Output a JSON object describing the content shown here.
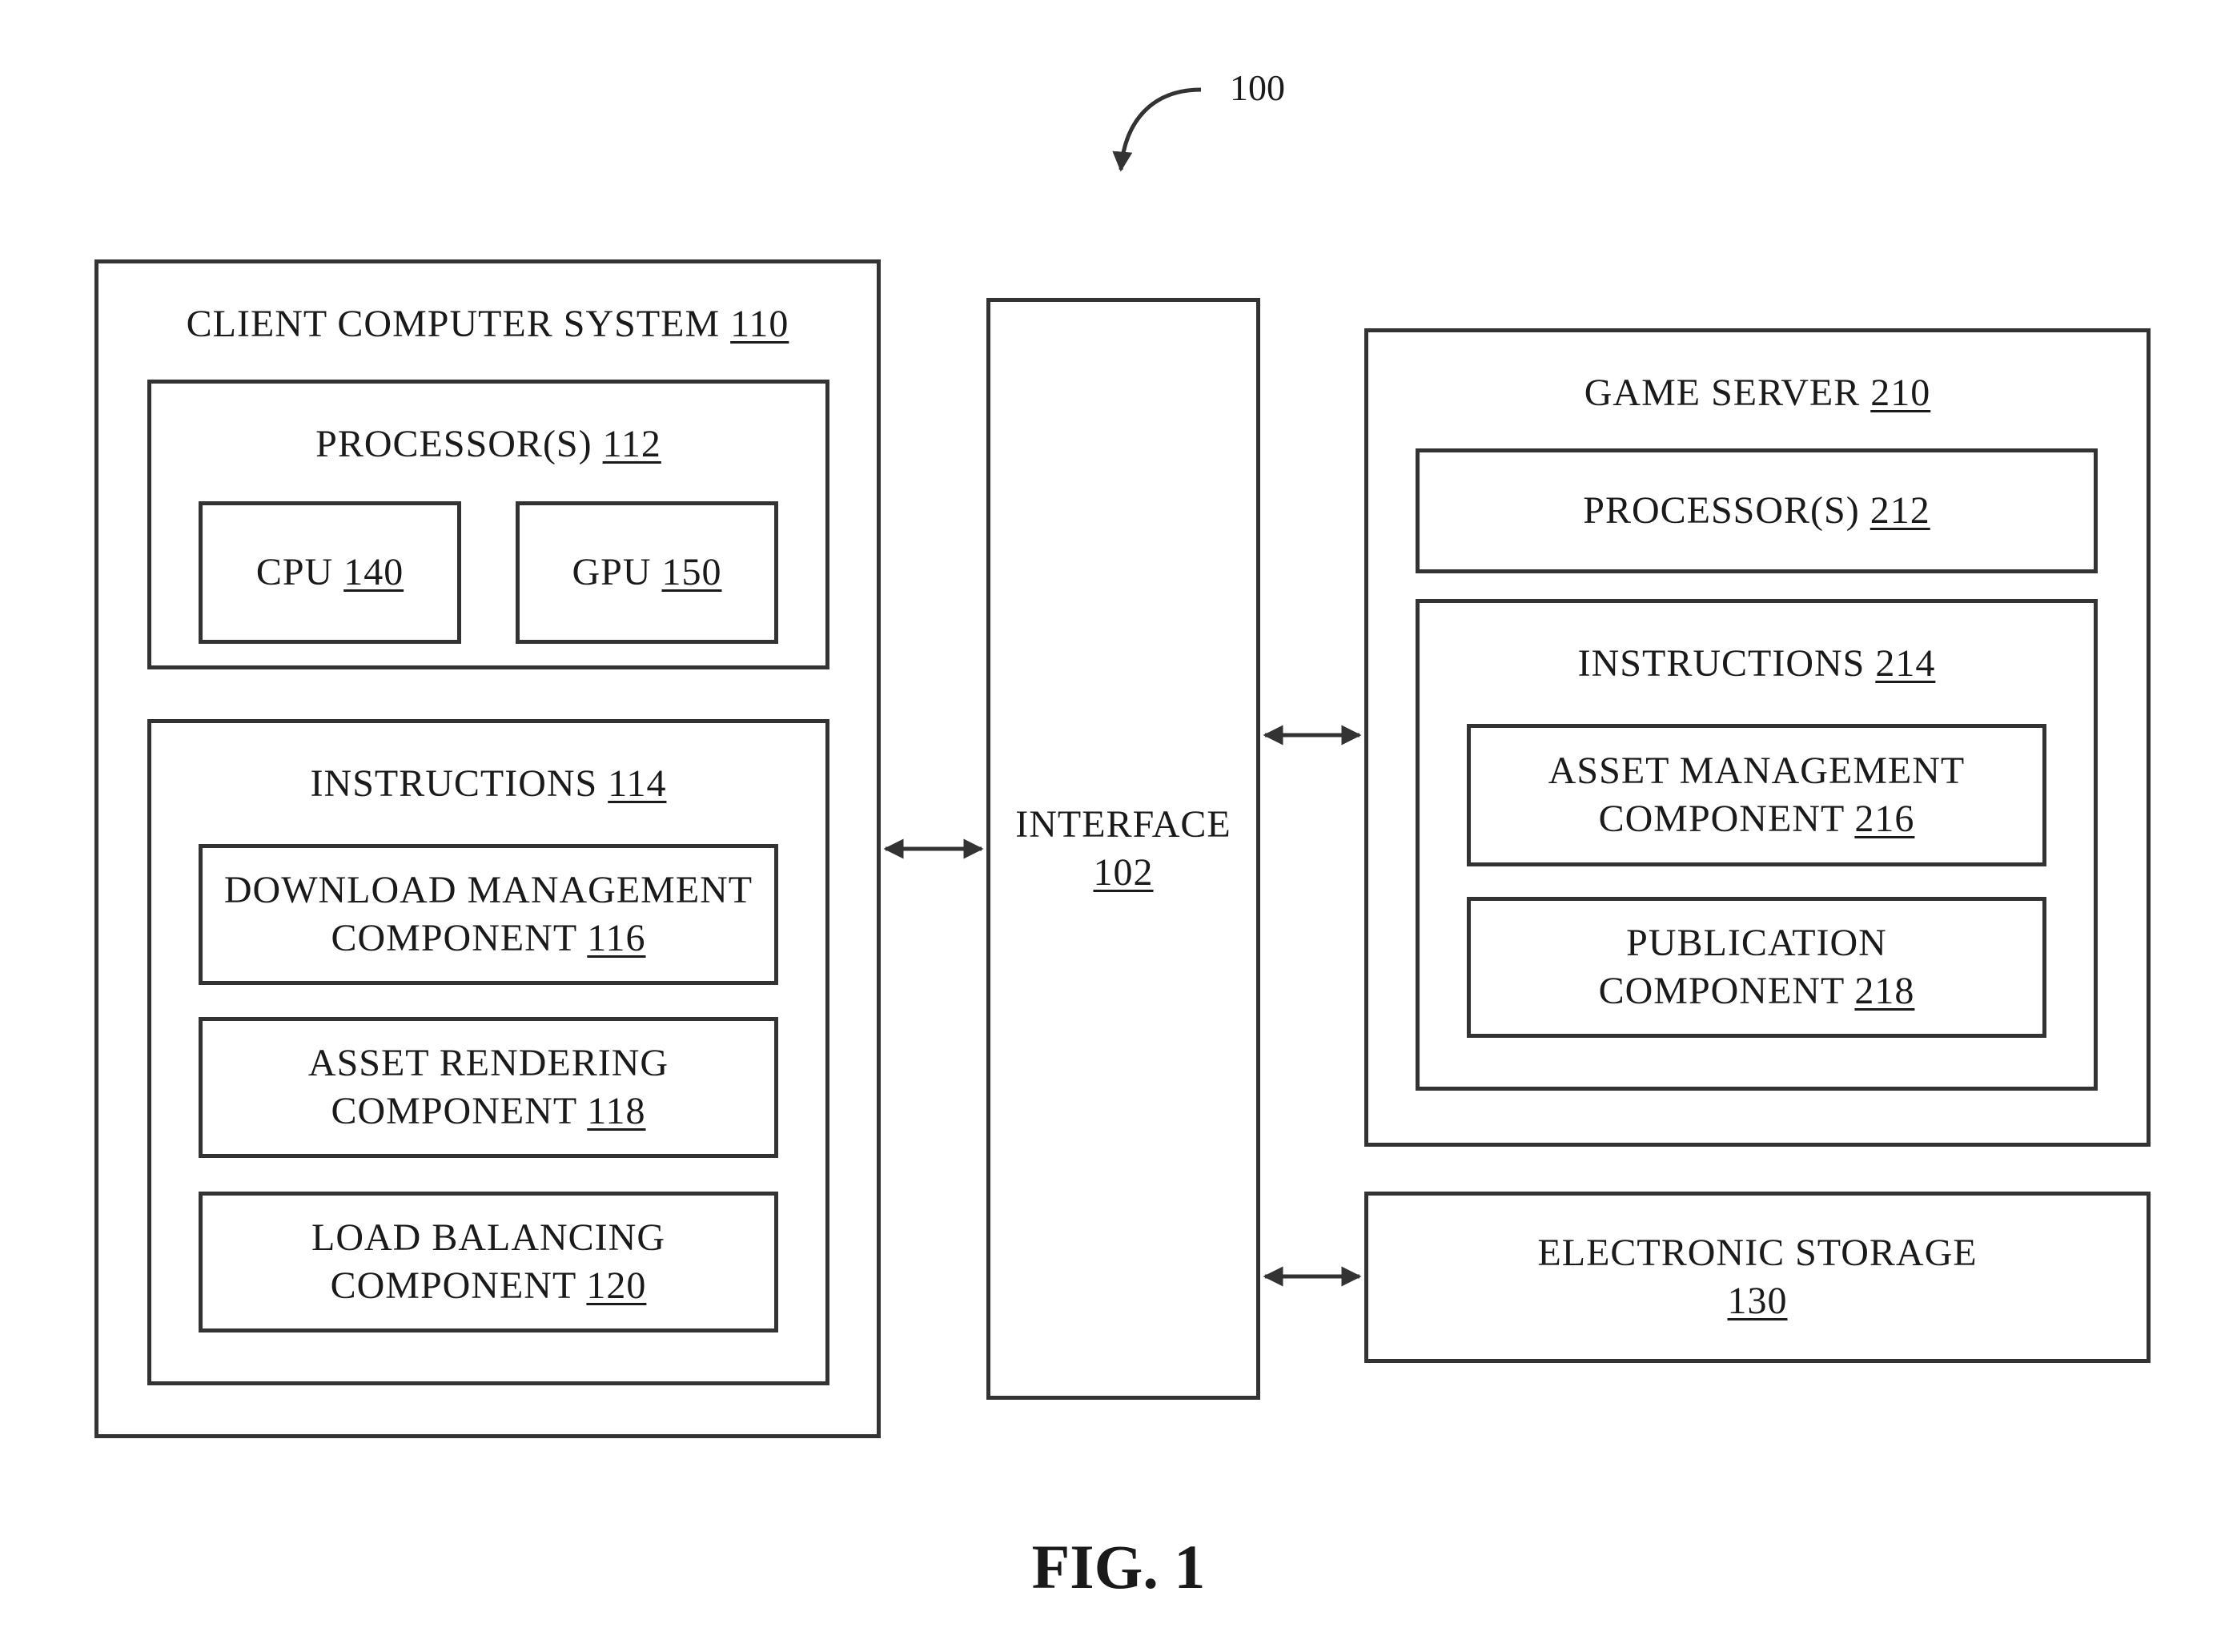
{
  "figure": {
    "ref_number": "100",
    "caption": "FIG. 1"
  },
  "client": {
    "title": "CLIENT COMPUTER SYSTEM",
    "ref": "110",
    "processors": {
      "title": "PROCESSOR(S)",
      "ref": "112",
      "cpu": {
        "label": "CPU",
        "ref": "140"
      },
      "gpu": {
        "label": "GPU",
        "ref": "150"
      }
    },
    "instructions": {
      "title": "INSTRUCTIONS",
      "ref": "114",
      "components": [
        {
          "line1": "DOWNLOAD MANAGEMENT",
          "line2": "COMPONENT",
          "ref": "116"
        },
        {
          "line1": "ASSET RENDERING",
          "line2": "COMPONENT",
          "ref": "118"
        },
        {
          "line1": "LOAD BALANCING",
          "line2": "COMPONENT",
          "ref": "120"
        }
      ]
    }
  },
  "interface": {
    "label": "INTERFACE",
    "ref": "102"
  },
  "server": {
    "title": "GAME SERVER",
    "ref": "210",
    "processors": {
      "title": "PROCESSOR(S)",
      "ref": "212"
    },
    "instructions": {
      "title": "INSTRUCTIONS",
      "ref": "214",
      "components": [
        {
          "line1": "ASSET MANAGEMENT",
          "line2": "COMPONENT",
          "ref": "216"
        },
        {
          "line1": "PUBLICATION",
          "line2": "COMPONENT",
          "ref": "218"
        }
      ]
    }
  },
  "storage": {
    "label": "ELECTRONIC STORAGE",
    "ref": "130"
  }
}
